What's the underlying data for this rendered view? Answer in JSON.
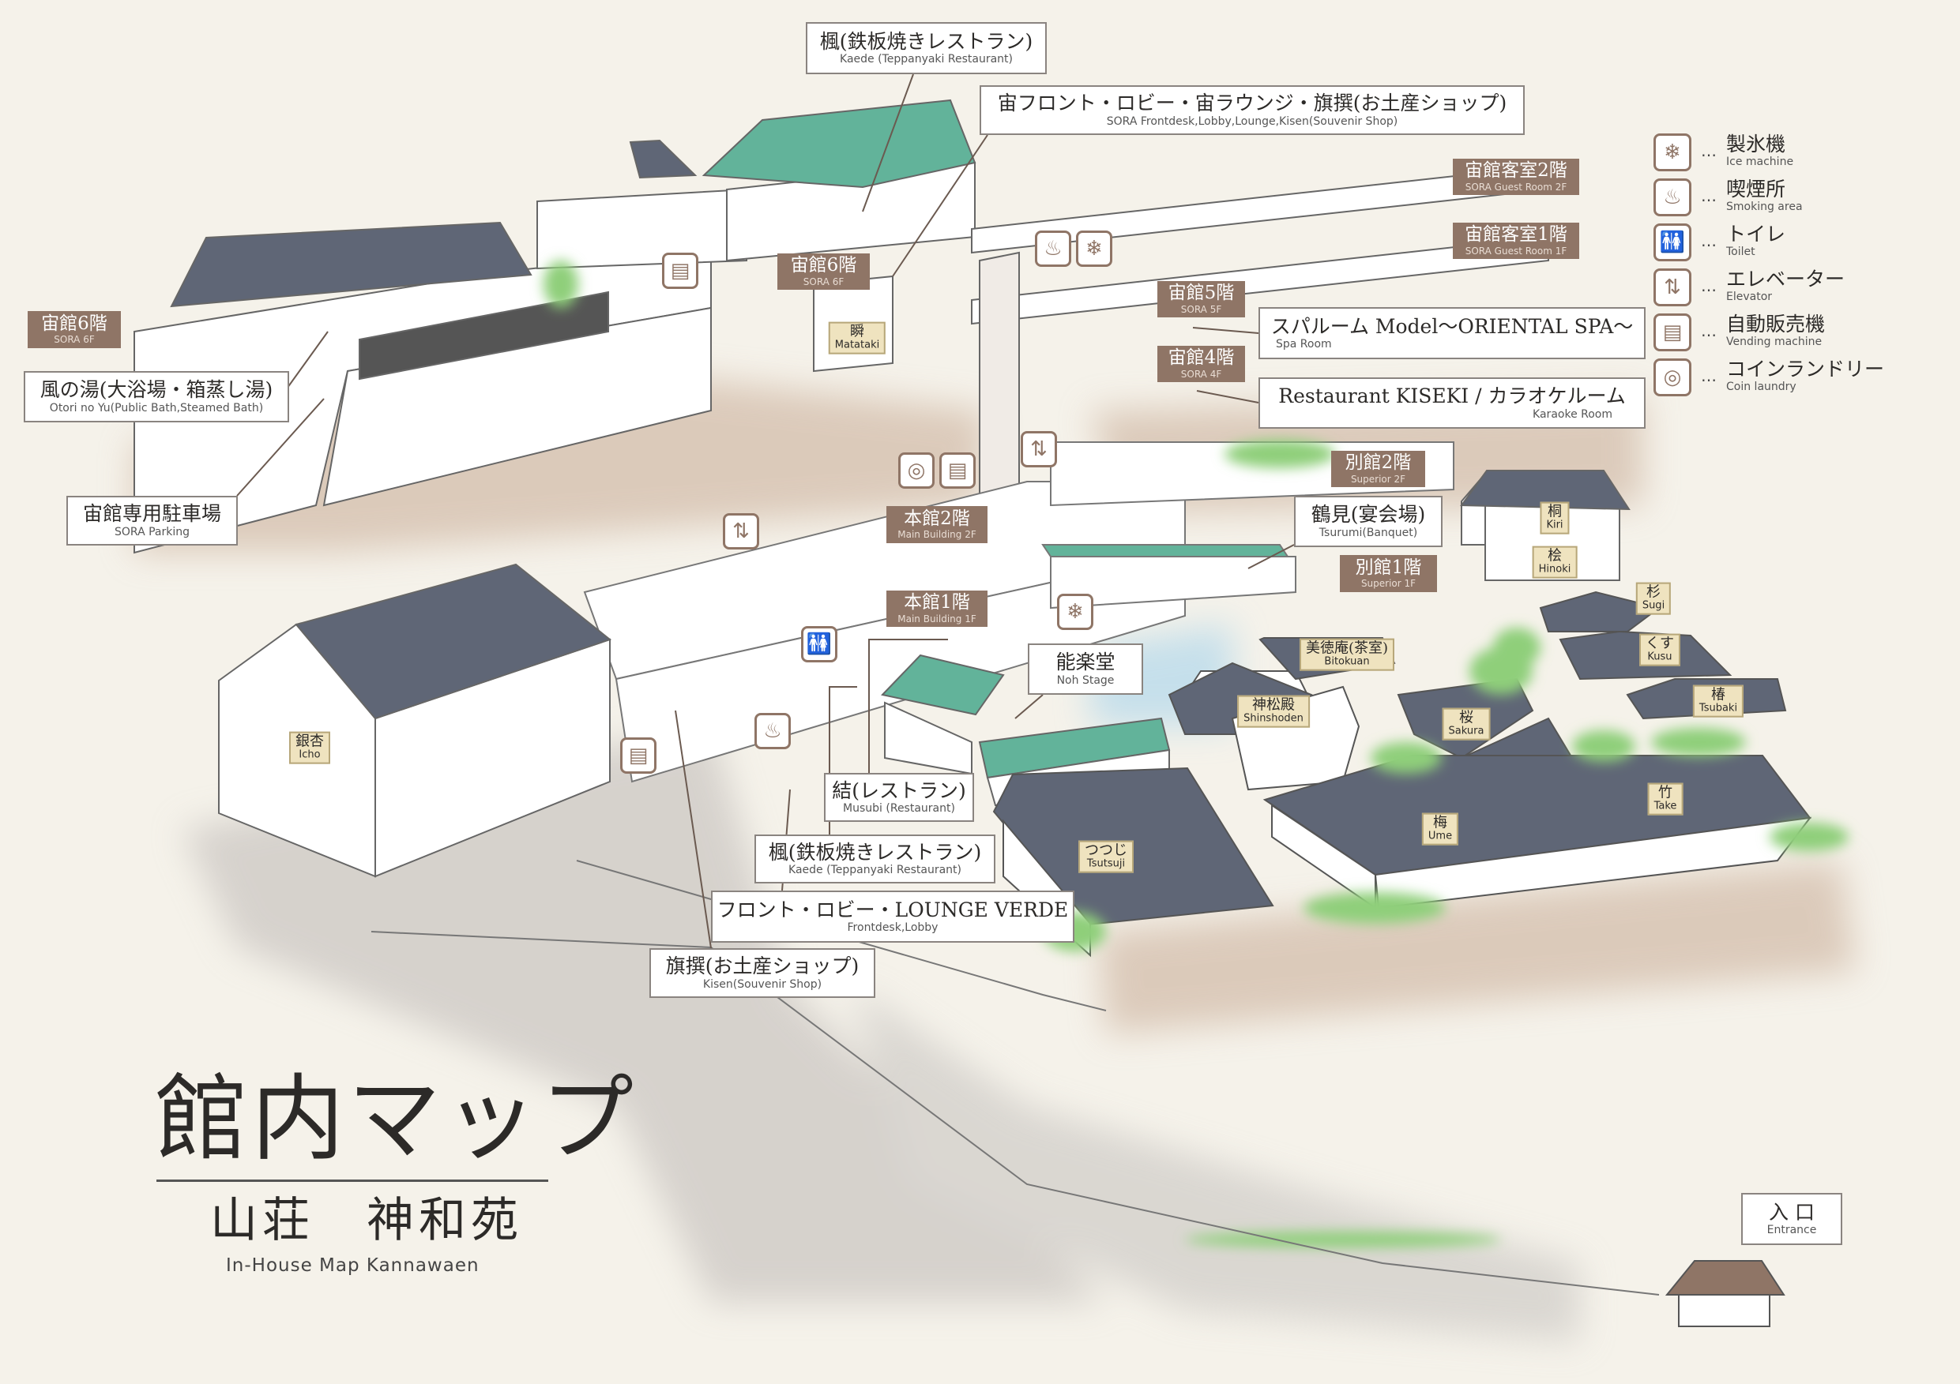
{
  "map": {
    "title": "館内マップ",
    "subtitle": "山荘　神和苑",
    "subtitle_en": "In-House Map Kannawaen",
    "colors": {
      "roof": "#5f6676",
      "green_roof": "#62b39a",
      "floor_tag": "#8f7566",
      "room_tag": "#efe3bf",
      "ground": "#c7aa94",
      "tree": "#8fcf7a",
      "pond": "#bfe0f0"
    }
  },
  "labels": [
    {
      "jp": "楓(鉄板焼きレストラン)",
      "en": "Kaede (Teppanyaki Restaurant)"
    },
    {
      "jp": "宙フロント・ロビー・宙ラウンジ・旗撰(お土産ショップ)",
      "en": "SORA Frontdesk,Lobby,Lounge,Kisen(Souvenir Shop)"
    },
    {
      "jp": "風の湯(大浴場・箱蒸し湯)",
      "en": "Otori no Yu(Public Bath,Steamed Bath)"
    },
    {
      "jp": "宙館専用駐車場",
      "en": "SORA Parking"
    },
    {
      "jp": "スパルーム Model～ORIENTAL SPA～",
      "en": "Spa Room"
    },
    {
      "jp": "Restaurant KISEKI / カラオケルーム",
      "en": "Karaoke Room"
    },
    {
      "jp": "鶴見(宴会場)",
      "en": "Tsurumi(Banquet)"
    },
    {
      "jp": "能楽堂",
      "en": "Noh Stage"
    },
    {
      "jp": "結(レストラン)",
      "en": "Musubi (Restaurant)"
    },
    {
      "jp": "楓(鉄板焼きレストラン)",
      "en": "Kaede (Teppanyaki Restaurant)"
    },
    {
      "jp": "フロント・ロビー・LOUNGE VERDE",
      "en": "Frontdesk,Lobby"
    },
    {
      "jp": "旗撰(お土産ショップ)",
      "en": "Kisen(Souvenir Shop)"
    },
    {
      "jp": "入 口",
      "en": "Entrance"
    }
  ],
  "floors": [
    {
      "jp": "宙館客室2階",
      "en": "SORA Guest Room 2F"
    },
    {
      "jp": "宙館客室1階",
      "en": "SORA Guest Room 1F"
    },
    {
      "jp": "宙館6階",
      "en": "SORA 6F"
    },
    {
      "jp": "宙館6階",
      "en": "SORA 6F"
    },
    {
      "jp": "宙館5階",
      "en": "SORA 5F"
    },
    {
      "jp": "宙館4階",
      "en": "SORA 4F"
    },
    {
      "jp": "別館2階",
      "en": "Superior 2F"
    },
    {
      "jp": "別館1階",
      "en": "Superior 1F"
    },
    {
      "jp": "本館2階",
      "en": "Main Building 2F"
    },
    {
      "jp": "本館1階",
      "en": "Main Building 1F"
    }
  ],
  "rooms": [
    {
      "jp": "瞬",
      "en": "Matataki"
    },
    {
      "jp": "銀杏",
      "en": "Icho"
    },
    {
      "jp": "桐",
      "en": "Kiri"
    },
    {
      "jp": "桧",
      "en": "Hinoki"
    },
    {
      "jp": "杉",
      "en": "Sugi"
    },
    {
      "jp": "くす",
      "en": "Kusu"
    },
    {
      "jp": "椿",
      "en": "Tsubaki"
    },
    {
      "jp": "美徳庵(茶室)",
      "en": "Bitokuan"
    },
    {
      "jp": "神松殿",
      "en": "Shinshoden"
    },
    {
      "jp": "桜",
      "en": "Sakura"
    },
    {
      "jp": "梅",
      "en": "Ume"
    },
    {
      "jp": "竹",
      "en": "Take"
    },
    {
      "jp": "つつじ",
      "en": "Tsutsuji"
    }
  ],
  "legend": [
    {
      "icon": "snowflake-icon",
      "glyph": "❄",
      "jp": "製氷機",
      "en": "Ice machine"
    },
    {
      "icon": "smoking-icon",
      "glyph": "♨",
      "jp": "喫煙所",
      "en": "Smoking area"
    },
    {
      "icon": "toilet-icon",
      "glyph": "🚻",
      "jp": "トイレ",
      "en": "Toilet"
    },
    {
      "icon": "elevator-icon",
      "glyph": "⇅",
      "jp": "エレベーター",
      "en": "Elevator"
    },
    {
      "icon": "vending-machine-icon",
      "glyph": "▤",
      "jp": "自動販売機",
      "en": "Vending machine"
    },
    {
      "icon": "coin-laundry-icon",
      "glyph": "◎",
      "jp": "コインランドリー",
      "en": "Coin laundry"
    }
  ],
  "legend_dots": "…"
}
